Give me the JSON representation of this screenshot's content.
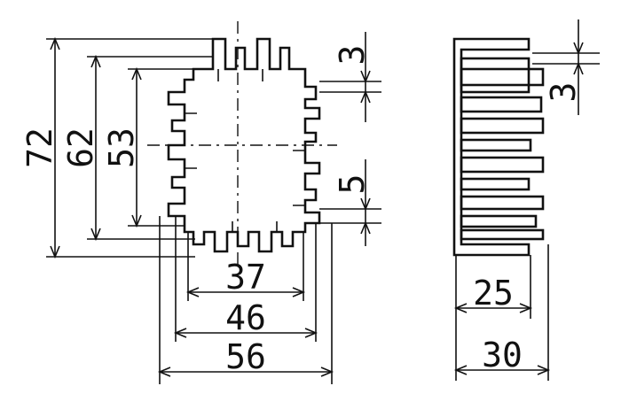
{
  "drawing": {
    "front_view": {
      "height_dims": [
        "72",
        "62",
        "53"
      ],
      "width_dims": [
        "37",
        "46",
        "56"
      ],
      "fin_gap_dims": [
        "3",
        "5"
      ]
    },
    "side_view": {
      "fin_dim": "3",
      "depth_dims": [
        "25",
        "30"
      ]
    }
  }
}
